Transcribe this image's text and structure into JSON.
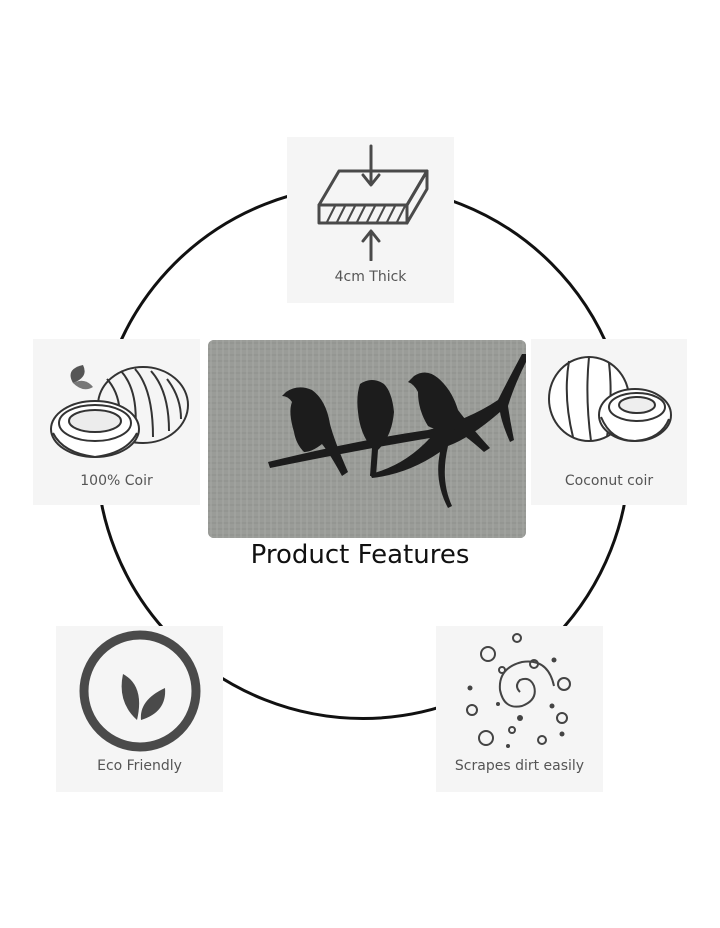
{
  "title": "Product Features",
  "features": {
    "thick": {
      "label": "4cm Thick",
      "icon": "board-thickness-icon"
    },
    "coir": {
      "label": "100% Coir",
      "icon": "coconut-icon"
    },
    "coconut": {
      "label": "Coconut coir",
      "icon": "coconut-halves-icon"
    },
    "eco": {
      "label": "Eco Friendly",
      "icon": "leaf-icon"
    },
    "scrapes": {
      "label": "Scrapes dirt easily",
      "icon": "dirt-swirl-icon"
    }
  },
  "product_image": {
    "icon": "bird-doormat-image"
  },
  "colors": {
    "ring": "#111111",
    "card": "#f5f5f5",
    "mat": "#9a9c98",
    "birds": "#1c1c1c",
    "label": "#555555"
  }
}
